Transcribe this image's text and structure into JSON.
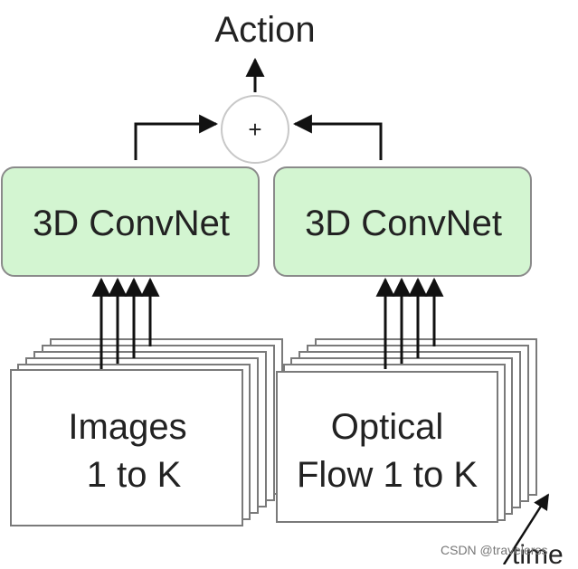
{
  "diagram": {
    "output_label": "Action",
    "sum_symbol": "+",
    "streams": [
      {
        "model_label": "3D ConvNet",
        "input_line1": "Images",
        "input_line2": "1 to K"
      },
      {
        "model_label": "3D ConvNet",
        "input_line1": "Optical",
        "input_line2": "Flow 1 to K"
      }
    ],
    "time_label": "time"
  },
  "watermark": "CSDN @travelerss",
  "colors": {
    "model_box_fill": "#d3f5d1",
    "model_box_stroke": "#8a8a8a",
    "frame_stroke": "#7a7a7a",
    "arrow": "#111111"
  }
}
